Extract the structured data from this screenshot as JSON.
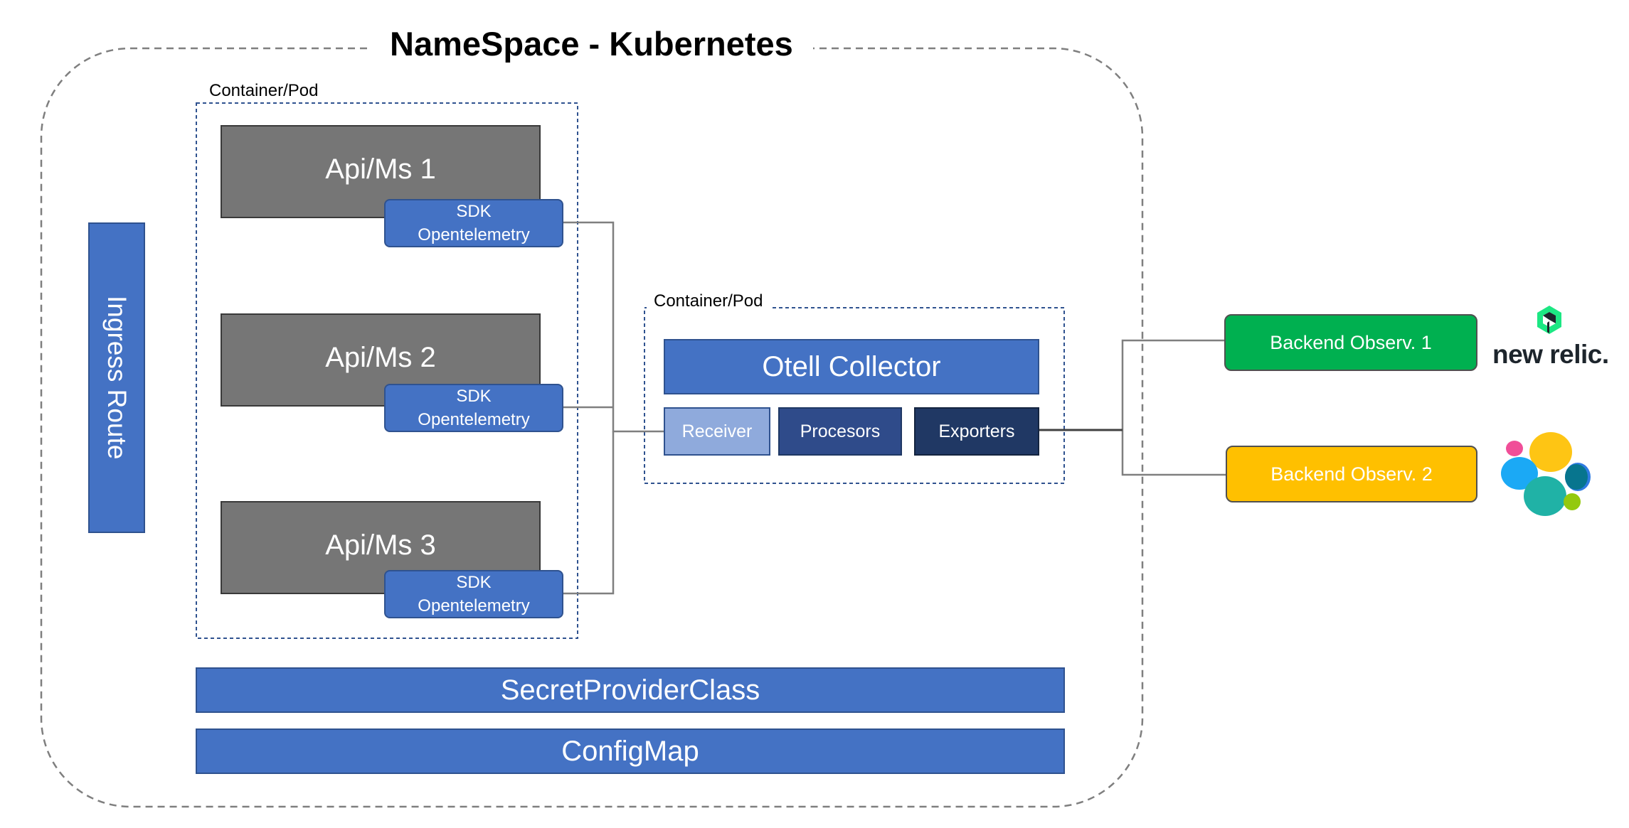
{
  "namespace": {
    "title": "NameSpace - Kubernetes"
  },
  "pods": {
    "services_label": "Container/Pod",
    "collector_label": "Container/Pod"
  },
  "ingress": {
    "label": "Ingress Route"
  },
  "services": [
    {
      "label": "Api/Ms 1",
      "sdk_line1": "SDK",
      "sdk_line2": "Opentelemetry"
    },
    {
      "label": "Api/Ms 2",
      "sdk_line1": "SDK",
      "sdk_line2": "Opentelemetry"
    },
    {
      "label": "Api/Ms 3",
      "sdk_line1": "SDK",
      "sdk_line2": "Opentelemetry"
    }
  ],
  "collector": {
    "title": "Otell Collector",
    "receiver": "Receiver",
    "processors": "Procesors",
    "exporters": "Exporters"
  },
  "backends": [
    {
      "label": "Backend Observ. 1",
      "color": "#00b050",
      "logo": "new-relic-logo",
      "logo_text": "new relic."
    },
    {
      "label": "Backend Observ. 2",
      "color": "#ffc000",
      "logo": "elastic-logo"
    }
  ],
  "bottom": {
    "secret_provider": "SecretProviderClass",
    "configmap": "ConfigMap"
  },
  "colors": {
    "primary_blue": "#4472c4",
    "receiver_blue": "#8faadc",
    "processor_navy": "#2f4b8a",
    "exporter_navy": "#203864",
    "api_gray": "#767676"
  }
}
